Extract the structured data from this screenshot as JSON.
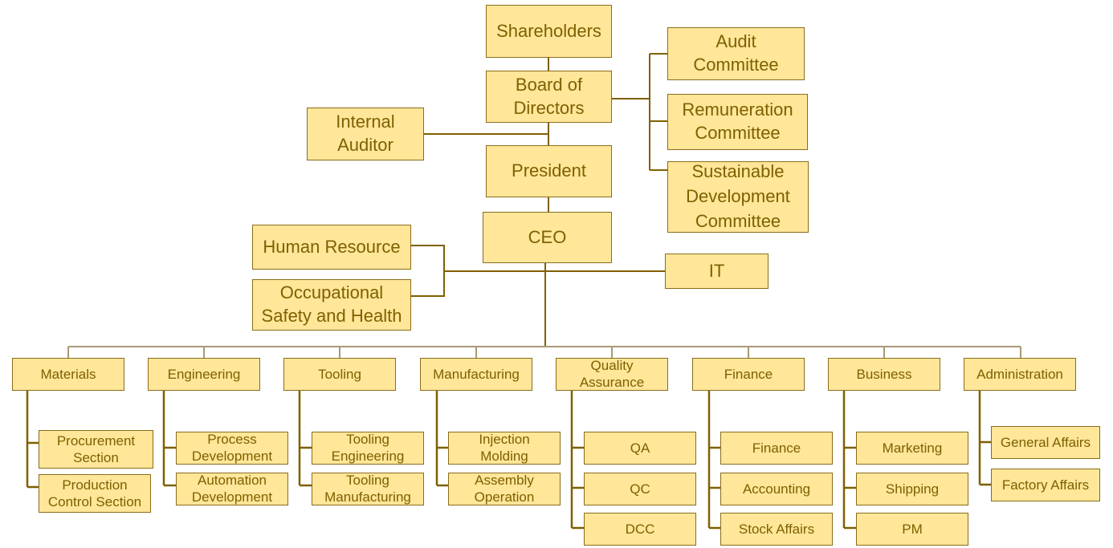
{
  "top": {
    "shareholders": "Shareholders",
    "board": "Board of\nDirectors",
    "internal_auditor": "Internal\nAuditor",
    "president": "President",
    "ceo": "CEO"
  },
  "committees": [
    "Audit\nCommittee",
    "Remuneration\nCommittee",
    "Sustainable\nDevelopment\nCommittee"
  ],
  "staff": {
    "hr": "Human Resource",
    "osh": "Occupational\nSafety and Health",
    "it": "IT"
  },
  "departments": [
    {
      "name": "Materials",
      "subs": [
        "Procurement\nSection",
        "Production\nControl Section"
      ]
    },
    {
      "name": "Engineering",
      "subs": [
        "Process\nDevelopment",
        "Automation\nDevelopment"
      ]
    },
    {
      "name": "Tooling",
      "subs": [
        "Tooling\nEngineering",
        "Tooling\nManufacturing"
      ]
    },
    {
      "name": "Manufacturing",
      "subs": [
        "Injection\nMolding",
        "Assembly\nOperation"
      ]
    },
    {
      "name": "Quality\nAssurance",
      "subs": [
        "QA",
        "QC",
        "DCC"
      ]
    },
    {
      "name": "Finance",
      "subs": [
        "Finance",
        "Accounting",
        "Stock Affairs"
      ]
    },
    {
      "name": "Business",
      "subs": [
        "Marketing",
        "Shipping",
        "PM"
      ]
    },
    {
      "name": "Administration",
      "subs": [
        "General Affairs",
        "Factory Affairs"
      ]
    }
  ],
  "colors": {
    "fill": "#FFE699",
    "border": "#8a6d1a",
    "text": "#7F6000",
    "bus": "#a89a78"
  }
}
